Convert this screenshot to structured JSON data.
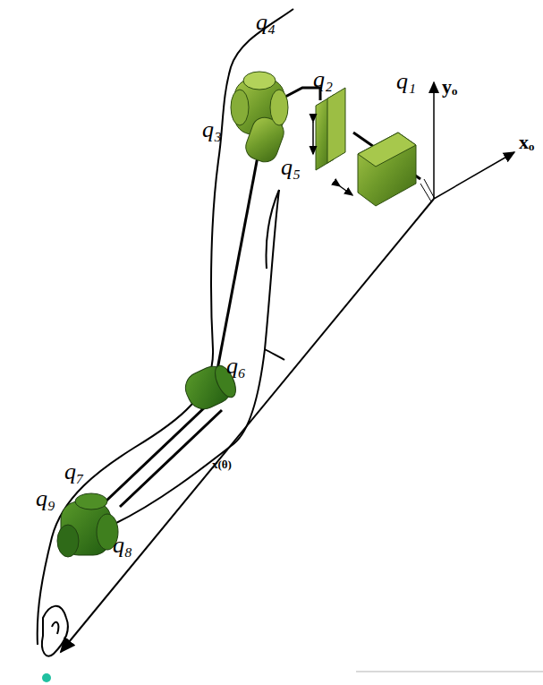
{
  "diagram": {
    "labels": [
      "q₄",
      "q₂",
      "q₁",
      "q₃",
      "q₅",
      "q₆",
      "q₇",
      "q₉",
      "q₈",
      "yₒ",
      "xₒ",
      "x(θ)"
    ]
  }
}
